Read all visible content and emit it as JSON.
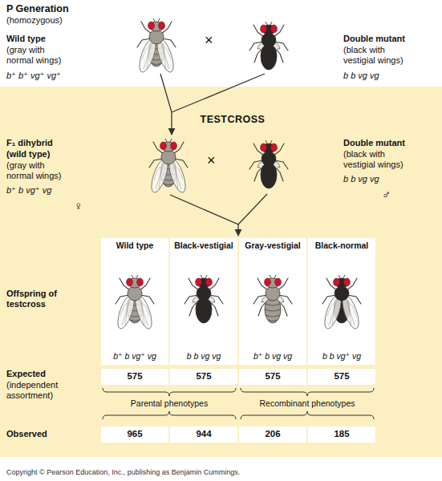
{
  "diagram": {
    "caption": "Copyright © Pearson Education, Inc., publishing as Benjamin Cummings.",
    "nodes": [
      {
        "text": [
          "TESTCROSS"
        ]
      },
      {
        "text": [
          "Wild type",
          "b⁺ b vg⁺ vg"
        ],
        "in": 0
      },
      {
        "text": [
          "Black-vestigial",
          "b b vg vg"
        ],
        "in": 0
      },
      {
        "text": [
          "Gray-vestigial",
          "b⁺ b vg vg"
        ],
        "in": 0
      },
      {
        "text": [
          "Black-normal",
          "b b vg⁺ vg"
        ],
        "in": 0
      },
      {
        "text": [
          "575"
        ],
        "in": 0
      },
      {
        "text": [
          "575"
        ],
        "in": 0
      },
      {
        "text": [
          "575"
        ],
        "in": 0
      },
      {
        "text": [
          "575"
        ],
        "in": 0
      },
      {
        "text": [
          "965"
        ],
        "in": 0
      },
      {
        "text": [
          "944"
        ],
        "in": 0
      },
      {
        "text": [
          "206"
        ],
        "in": 0
      },
      {
        "text": [
          "185"
        ],
        "in": 0
      }
    ],
    "labels": [
      "P Generation",
      "(homozygous)",
      "Wild type",
      "(gray with normal wings)",
      "b⁺ b⁺ vg⁺ vg⁺",
      "×",
      "Double mutant",
      "(black with vestigial wings)",
      "b b vg vg",
      "F₁ dihybrid",
      "(wild type)",
      "(gray with normal wings)",
      "b⁺ b vg⁺ vg",
      "♀",
      "×",
      "Double mutant",
      "(black with vestigial wings)",
      "b b vg vg",
      "♂",
      "Offspring of testcross",
      "Expected",
      "(independent assortment)",
      "Parental phenotypes",
      "Recombinant phenotypes",
      "Observed"
    ]
  }
}
